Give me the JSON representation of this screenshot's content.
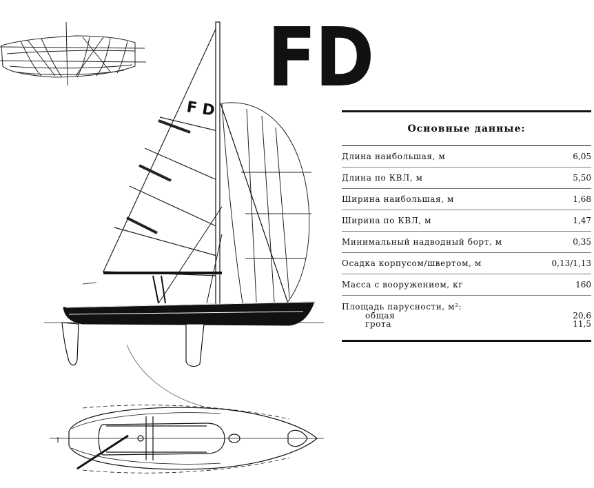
{
  "logo_text": "FD",
  "sail_text": "F D",
  "table": {
    "title": "Основные данные:",
    "rows": [
      {
        "label": "Длина наибольшая, м",
        "value": "6,05"
      },
      {
        "label": "Длина по КВЛ, м",
        "value": "5,50"
      },
      {
        "label": "Ширина наибольшая, м",
        "value": "1,68"
      },
      {
        "label": "Ширина по КВЛ, м",
        "value": "1,47"
      },
      {
        "label": "Минимальный надводный борт, м",
        "value": "0,35"
      },
      {
        "label": "Осадка корпусом/швертом, м",
        "value": "0,13/1,13"
      },
      {
        "label": "Масса с вооружением, кг",
        "value": "160"
      }
    ],
    "sail_area": {
      "label": "Площадь парусности, м²:",
      "total_label": "общая",
      "total_value": "20,6",
      "main_label": "грота",
      "main_value": "11,5"
    }
  }
}
